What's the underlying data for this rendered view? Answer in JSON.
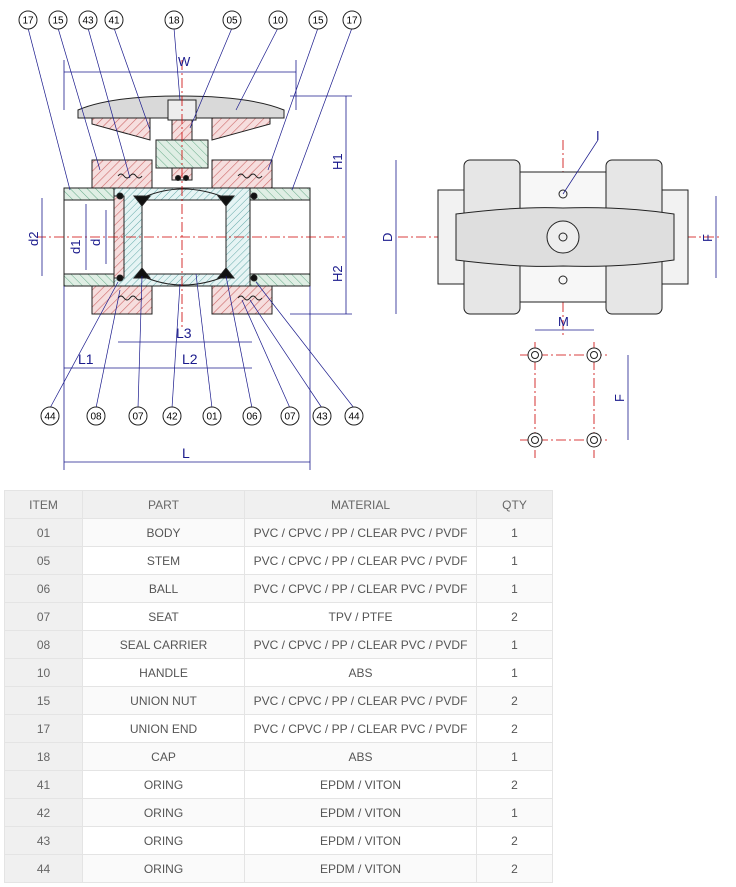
{
  "drawing": {
    "callouts_top": [
      "17",
      "15",
      "43",
      "41",
      "18",
      "05",
      "10",
      "15",
      "17"
    ],
    "callouts_bottom": [
      "44",
      "08",
      "07",
      "42",
      "01",
      "06",
      "07",
      "43",
      "44"
    ],
    "dims": {
      "W": "W",
      "H1": "H1",
      "H2": "H2",
      "d2": "d2",
      "d1": "d1",
      "d": "d",
      "L3": "L3",
      "L2": "L2",
      "L1": "L1",
      "L": "L",
      "D": "D",
      "F_top": "F",
      "I": "I",
      "M": "M",
      "F_bottom": "F"
    },
    "colors": {
      "outline": "#222222",
      "dimension": "#1a1a8c",
      "centerline": "#cc0000",
      "body_fill": "#dfeee4",
      "section_hatch": "#cc6666",
      "handle_fill": "#d9d9d9"
    }
  },
  "table": {
    "headers": [
      "ITEM",
      "PART",
      "MATERIAL",
      "QTY"
    ],
    "rows": [
      {
        "item": "01",
        "part": "BODY",
        "material": "PVC / CPVC / PP / CLEAR PVC / PVDF",
        "qty": "1"
      },
      {
        "item": "05",
        "part": "STEM",
        "material": "PVC / CPVC / PP / CLEAR PVC / PVDF",
        "qty": "1"
      },
      {
        "item": "06",
        "part": "BALL",
        "material": "PVC / CPVC / PP / CLEAR PVC / PVDF",
        "qty": "1"
      },
      {
        "item": "07",
        "part": "SEAT",
        "material": "TPV / PTFE",
        "qty": "2"
      },
      {
        "item": "08",
        "part": "SEAL CARRIER",
        "material": "PVC / CPVC / PP / CLEAR PVC / PVDF",
        "qty": "1"
      },
      {
        "item": "10",
        "part": "HANDLE",
        "material": "ABS",
        "qty": "1"
      },
      {
        "item": "15",
        "part": "UNION NUT",
        "material": "PVC / CPVC / PP / CLEAR PVC / PVDF",
        "qty": "2"
      },
      {
        "item": "17",
        "part": "UNION END",
        "material": "PVC / CPVC / PP / CLEAR PVC / PVDF",
        "qty": "2"
      },
      {
        "item": "18",
        "part": "CAP",
        "material": "ABS",
        "qty": "1"
      },
      {
        "item": "41",
        "part": "ORING",
        "material": "EPDM / VITON",
        "qty": "2"
      },
      {
        "item": "42",
        "part": "ORING",
        "material": "EPDM / VITON",
        "qty": "1"
      },
      {
        "item": "43",
        "part": "ORING",
        "material": "EPDM / VITON",
        "qty": "2"
      },
      {
        "item": "44",
        "part": "ORING",
        "material": "EPDM / VITON",
        "qty": "2"
      }
    ]
  }
}
